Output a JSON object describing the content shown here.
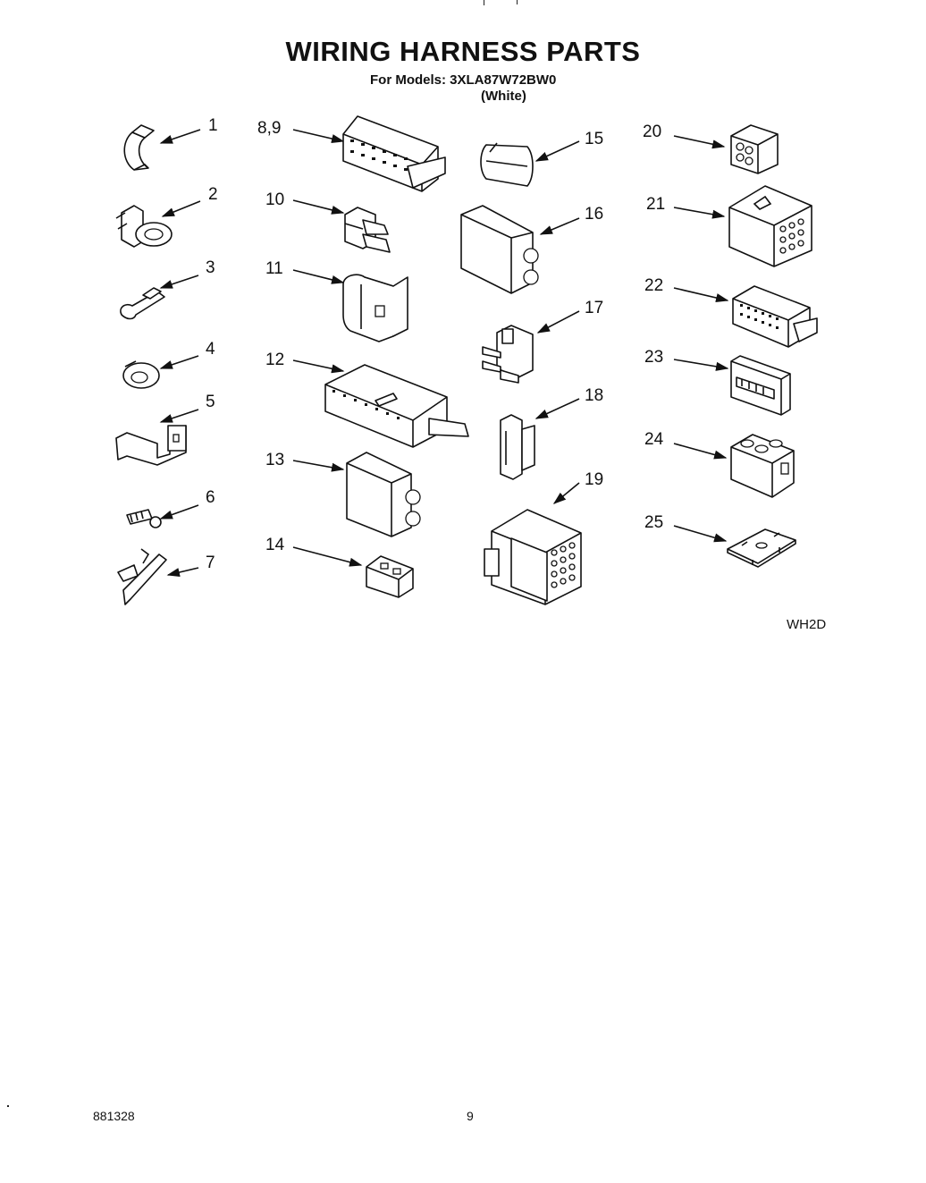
{
  "header": {
    "title": "WIRING HARNESS PARTS",
    "models": "For Models: 3XLA87W72BW0",
    "color": "(White)"
  },
  "callouts": [
    {
      "id": "c1",
      "label": "1"
    },
    {
      "id": "c2",
      "label": "2"
    },
    {
      "id": "c3",
      "label": "3"
    },
    {
      "id": "c4",
      "label": "4"
    },
    {
      "id": "c5",
      "label": "5"
    },
    {
      "id": "c6",
      "label": "6"
    },
    {
      "id": "c7",
      "label": "7"
    },
    {
      "id": "c89",
      "label": "8,9"
    },
    {
      "id": "c10",
      "label": "10"
    },
    {
      "id": "c11",
      "label": "11"
    },
    {
      "id": "c12",
      "label": "12"
    },
    {
      "id": "c13",
      "label": "13"
    },
    {
      "id": "c14",
      "label": "14"
    },
    {
      "id": "c15",
      "label": "15"
    },
    {
      "id": "c16",
      "label": "16"
    },
    {
      "id": "c17",
      "label": "17"
    },
    {
      "id": "c18",
      "label": "18"
    },
    {
      "id": "c19",
      "label": "19"
    },
    {
      "id": "c20",
      "label": "20"
    },
    {
      "id": "c21",
      "label": "21"
    },
    {
      "id": "c22",
      "label": "22"
    },
    {
      "id": "c23",
      "label": "23"
    },
    {
      "id": "c24",
      "label": "24"
    },
    {
      "id": "c25",
      "label": "25"
    }
  ],
  "diagram_code": "WH2D",
  "footer": {
    "doc_number": "881328",
    "page_number": "9"
  }
}
